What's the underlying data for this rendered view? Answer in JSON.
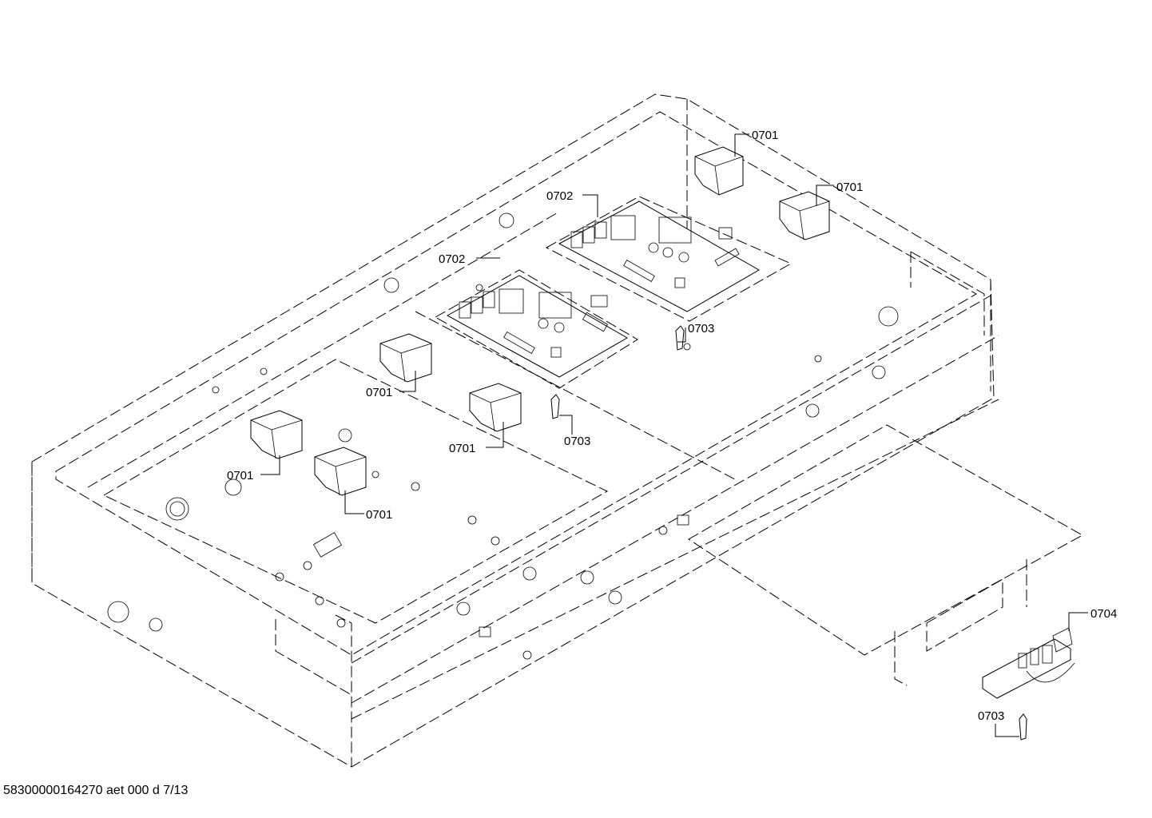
{
  "diagram": {
    "callouts": [
      {
        "id": "c1",
        "label": "0701"
      },
      {
        "id": "c2",
        "label": "0701"
      },
      {
        "id": "c3",
        "label": "0702"
      },
      {
        "id": "c4",
        "label": "0702"
      },
      {
        "id": "c5",
        "label": "0703"
      },
      {
        "id": "c6",
        "label": "0701"
      },
      {
        "id": "c7",
        "label": "0701"
      },
      {
        "id": "c8",
        "label": "0703"
      },
      {
        "id": "c9",
        "label": "0701"
      },
      {
        "id": "c10",
        "label": "0701"
      },
      {
        "id": "c11",
        "label": "0704"
      },
      {
        "id": "c12",
        "label": "0703"
      }
    ]
  },
  "footer": {
    "code": "58300000164270 aet 000 d 7/13"
  }
}
